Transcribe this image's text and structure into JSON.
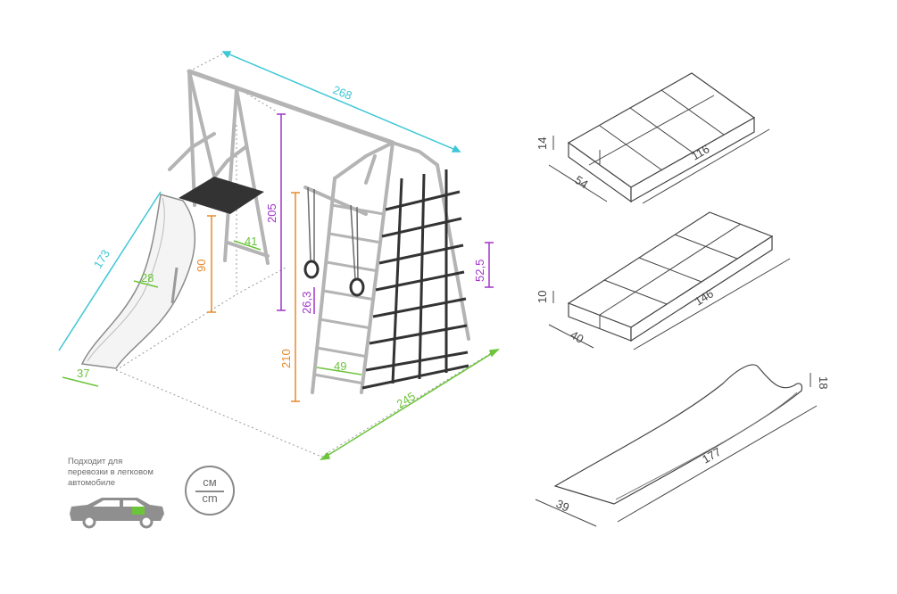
{
  "colors": {
    "cyan": "#3fc7d6",
    "purple": "#a032c8",
    "orange": "#e8892b",
    "green": "#6cc43a",
    "black": "#333333",
    "frame": "#9a9a9a"
  },
  "dimensions": {
    "total_width": "268",
    "total_depth": "245",
    "slide_length": "173",
    "slide_width": "28",
    "slide_foot": "37",
    "platform_height": "90",
    "platform_depth": "41",
    "frame_height": "205",
    "crossbar_height": "210",
    "ring_spacing": "26,3",
    "net_height": "52,5",
    "ladder_width": "49"
  },
  "packages": [
    {
      "name": "box-1",
      "height": "14",
      "width": "54",
      "length": "116"
    },
    {
      "name": "box-2",
      "height": "10",
      "width": "40",
      "length": "146"
    },
    {
      "name": "slide",
      "height": "18",
      "width": "39",
      "length": "177"
    }
  ],
  "note": {
    "line1": "Подходит для",
    "line2": "перевозки в легковом",
    "line3": "автомобиле"
  },
  "units": {
    "top": "cм",
    "bottom": "cm"
  },
  "icons": [
    "car-icon",
    "unit-cm-icon"
  ]
}
